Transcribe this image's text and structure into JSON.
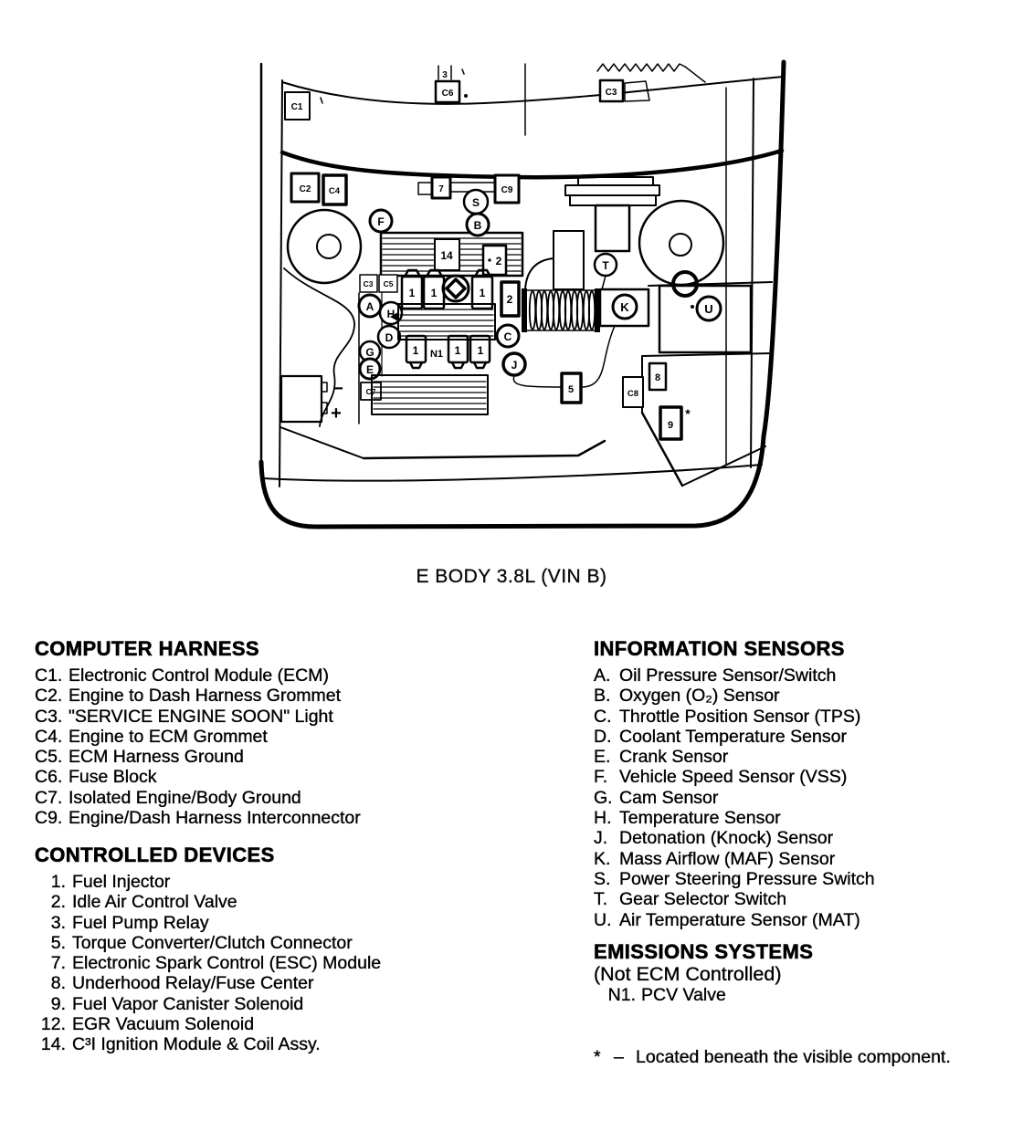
{
  "diagram": {
    "caption": "E BODY 3.8L (VIN B)",
    "labels": {
      "c1": "C1",
      "c2": "C2",
      "c3": "C3",
      "c4": "C4",
      "c5": "C5",
      "c6": "C6",
      "c7": "C7",
      "c8": "C8",
      "c9": "C9",
      "n1": "1",
      "n2": "2",
      "n3": "3",
      "n5": "5",
      "n7": "7",
      "n8": "8",
      "n9": "9",
      "n14": "14",
      "nn1": "N1",
      "a": "A",
      "b": "B",
      "c": "C",
      "d": "D",
      "e": "E",
      "f": "F",
      "g": "G",
      "h": "H",
      "j": "J",
      "k": "K",
      "s": "S",
      "t": "T",
      "u": "U",
      "minus": "−",
      "plus": "+",
      "asterisk": "*"
    }
  },
  "sections": {
    "computer_harness": {
      "title": "COMPUTER HARNESS",
      "items": [
        {
          "num": "C1.",
          "text": "Electronic Control Module (ECM)"
        },
        {
          "num": "C2.",
          "text": "Engine to Dash Harness Grommet"
        },
        {
          "num": "C3.",
          "text": "\"SERVICE ENGINE SOON\" Light"
        },
        {
          "num": "C4.",
          "text": "Engine to ECM Grommet"
        },
        {
          "num": "C5.",
          "text": "ECM Harness Ground"
        },
        {
          "num": "C6.",
          "text": "Fuse Block"
        },
        {
          "num": "C7.",
          "text": "Isolated Engine/Body Ground"
        },
        {
          "num": "C9.",
          "text": "Engine/Dash Harness Interconnector"
        }
      ]
    },
    "controlled_devices": {
      "title": "CONTROLLED DEVICES",
      "items": [
        {
          "num": "1.",
          "text": "Fuel Injector"
        },
        {
          "num": "2.",
          "text": "Idle Air Control Valve"
        },
        {
          "num": "3.",
          "text": "Fuel Pump Relay"
        },
        {
          "num": "5.",
          "text": "Torque Converter/Clutch Connector"
        },
        {
          "num": "7.",
          "text": "Electronic Spark Control (ESC) Module"
        },
        {
          "num": "8.",
          "text": "Underhood Relay/Fuse Center"
        },
        {
          "num": "9.",
          "text": "Fuel Vapor Canister Solenoid"
        },
        {
          "num": "12.",
          "text": "EGR Vacuum Solenoid"
        },
        {
          "num": "14.",
          "text": "C³I Ignition Module & Coil Assy."
        }
      ]
    },
    "information_sensors": {
      "title": "INFORMATION SENSORS",
      "items": [
        {
          "num": "A.",
          "text": "Oil Pressure Sensor/Switch"
        },
        {
          "num": "B.",
          "text": "Oxygen (O₂) Sensor"
        },
        {
          "num": "C.",
          "text": "Throttle Position Sensor (TPS)"
        },
        {
          "num": "D.",
          "text": "Coolant Temperature Sensor"
        },
        {
          "num": "E.",
          "text": "Crank Sensor"
        },
        {
          "num": "F.",
          "text": "Vehicle Speed Sensor (VSS)"
        },
        {
          "num": "G.",
          "text": "Cam Sensor"
        },
        {
          "num": "H.",
          "text": "Temperature Sensor"
        },
        {
          "num": "J.",
          "text": "Detonation (Knock) Sensor"
        },
        {
          "num": "K.",
          "text": "Mass Airflow (MAF) Sensor"
        },
        {
          "num": "S.",
          "text": "Power Steering Pressure Switch"
        },
        {
          "num": "T.",
          "text": "Gear Selector Switch"
        },
        {
          "num": "U.",
          "text": "Air Temperature Sensor (MAT)"
        }
      ]
    },
    "emissions_systems": {
      "title": "EMISSIONS SYSTEMS",
      "subtitle": "(Not ECM Controlled)",
      "items": [
        {
          "num": "N1.",
          "text": "PCV Valve"
        }
      ]
    },
    "footnote": {
      "symbol": "*",
      "separator": "–",
      "text": "Located beneath the visible component."
    }
  }
}
